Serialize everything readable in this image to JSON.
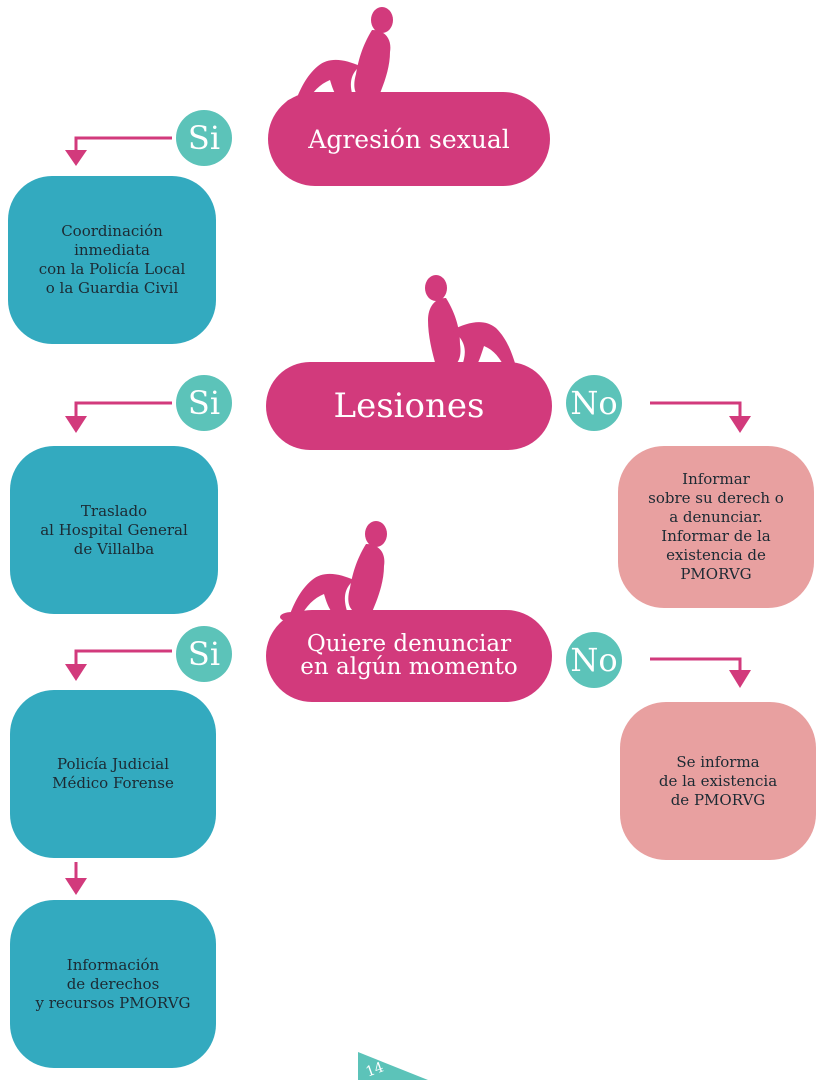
{
  "colors": {
    "pink": "#d23a7c",
    "teal_circle": "#5cc3b9",
    "teal_box": "#33aabf",
    "salmon_box": "#e8a0a0",
    "page_number_bg": "#5cc3b9"
  },
  "nodes": {
    "agresion": "Agresión sexual",
    "lesiones": "Lesiones",
    "quiere": "Quiere denunciar\nen algún momento"
  },
  "answers": {
    "si": "Si",
    "no": "No"
  },
  "boxes": {
    "coordinacion": "Coordinación\ninmediata\ncon la Policía Local\no la Guardia Civil",
    "traslado": "Traslado\nal Hospital General\nde Villalba",
    "informar": "Informar\nsobre su derech o\na denunciar.\nInformar de la\nexistencia de\nPMORVG",
    "policia": "Policía Judicial\nMédico Forense",
    "informacion": "Información\nde derechos\ny recursos PMORVG",
    "se_informa": "Se informa\nde la existencia\nde  PMORVG"
  },
  "page_number": "14",
  "icons": [
    "woman-sitting-icon",
    "woman-sitting-icon",
    "woman-sitting-icon"
  ]
}
